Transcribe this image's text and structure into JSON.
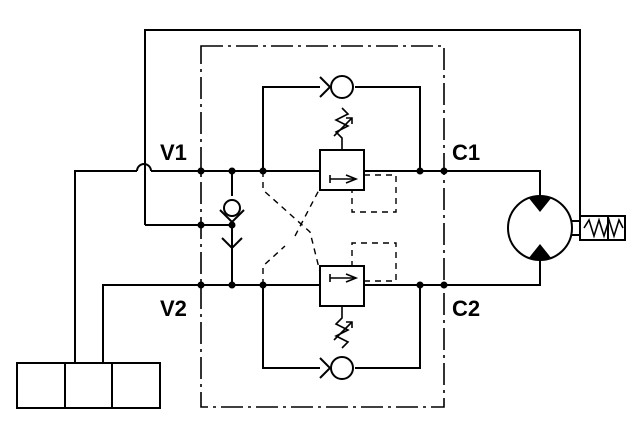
{
  "diagram": {
    "ports": {
      "v1": "V1",
      "v2": "V2",
      "c1": "C1",
      "c2": "C2"
    },
    "colors": {
      "line": "#000000",
      "background": "#ffffff"
    },
    "components": [
      "counterbalance-valve-upper",
      "counterbalance-valve-lower",
      "check-valve-upper",
      "check-valve-lower",
      "shuttle-check-valve",
      "hydraulic-motor",
      "spring-brake-cylinder",
      "directional-control-valve"
    ]
  }
}
